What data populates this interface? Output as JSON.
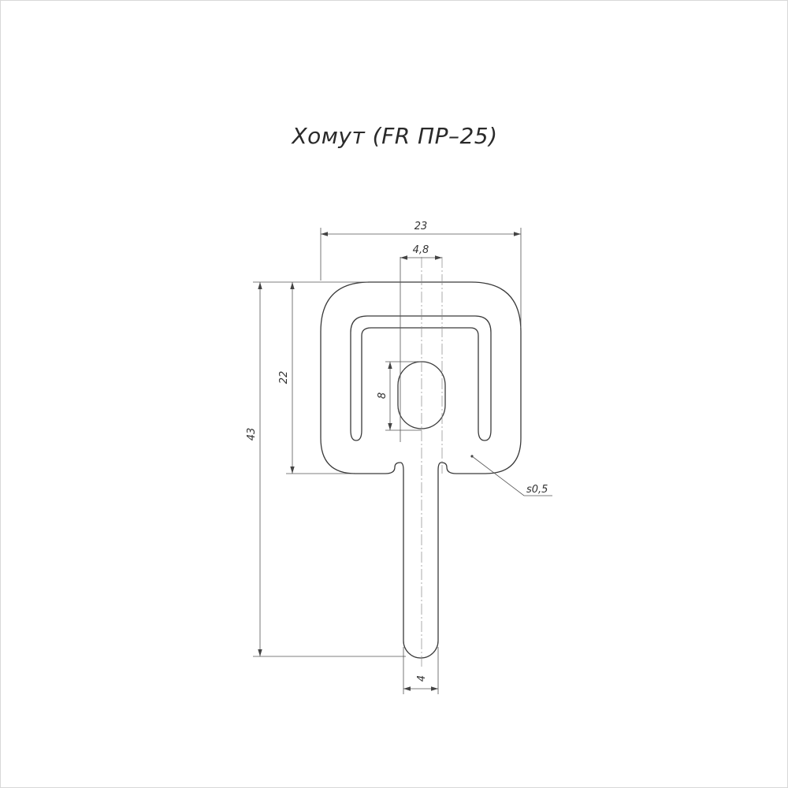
{
  "title": "Хомут (FR ПР–25)",
  "dimensions": {
    "overall_width": "23",
    "slot_width": "4,8",
    "total_height": "43",
    "head_height": "22",
    "slot_height": "8",
    "stem_width": "4",
    "thickness": "s0,5"
  }
}
